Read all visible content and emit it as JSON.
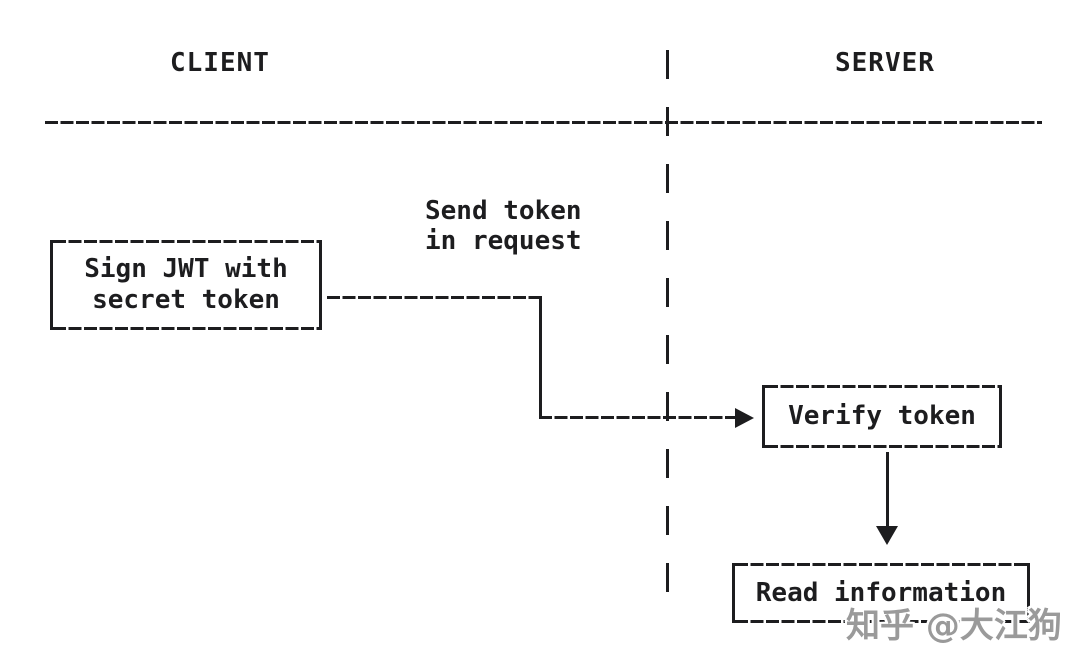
{
  "diagram": {
    "type": "flow-sequence",
    "colors": {
      "ink": "#1d1d1f",
      "background": "#ffffff",
      "watermark": "#9a9a9a"
    },
    "lanes": {
      "client": "CLIENT",
      "server": "SERVER"
    },
    "nodes": {
      "sign_jwt": {
        "line1": "Sign JWT with",
        "line2": "secret token"
      },
      "verify_token": {
        "label": "Verify token"
      },
      "read_information": {
        "label": "Read information"
      }
    },
    "annotations": {
      "send_token": {
        "line1": "Send token",
        "line2": "in request"
      }
    },
    "edges": [
      {
        "from": "sign_jwt",
        "to": "verify_token",
        "label": "Send token in request",
        "style": "elbow-dashed-arrow"
      },
      {
        "from": "verify_token",
        "to": "read_information",
        "style": "straight-arrow"
      }
    ],
    "watermark": {
      "text": "知乎 @大江狗"
    }
  }
}
